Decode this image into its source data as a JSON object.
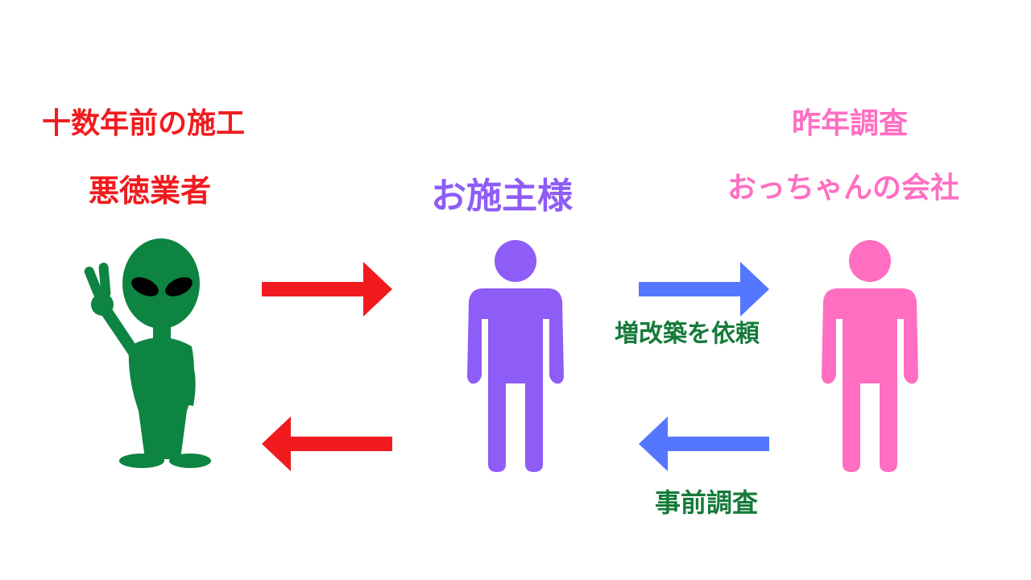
{
  "colors": {
    "red": "#f11b1f",
    "purple": "#8e5cf7",
    "pink": "#ff6ec1",
    "blue": "#5577ff",
    "green": "#157a3a",
    "alien": "#0d8442"
  },
  "left": {
    "title": "十数年前の施工",
    "name": "悪徳業者",
    "icon": "alien-peace-sign-icon"
  },
  "center": {
    "name": "お施主様",
    "icon": "person-icon"
  },
  "right": {
    "title": "昨年調査",
    "name": "おっちゃんの会社",
    "icon": "person-icon"
  },
  "arrows": {
    "request_label": "増改築を依頼",
    "survey_label": "事前調査"
  }
}
